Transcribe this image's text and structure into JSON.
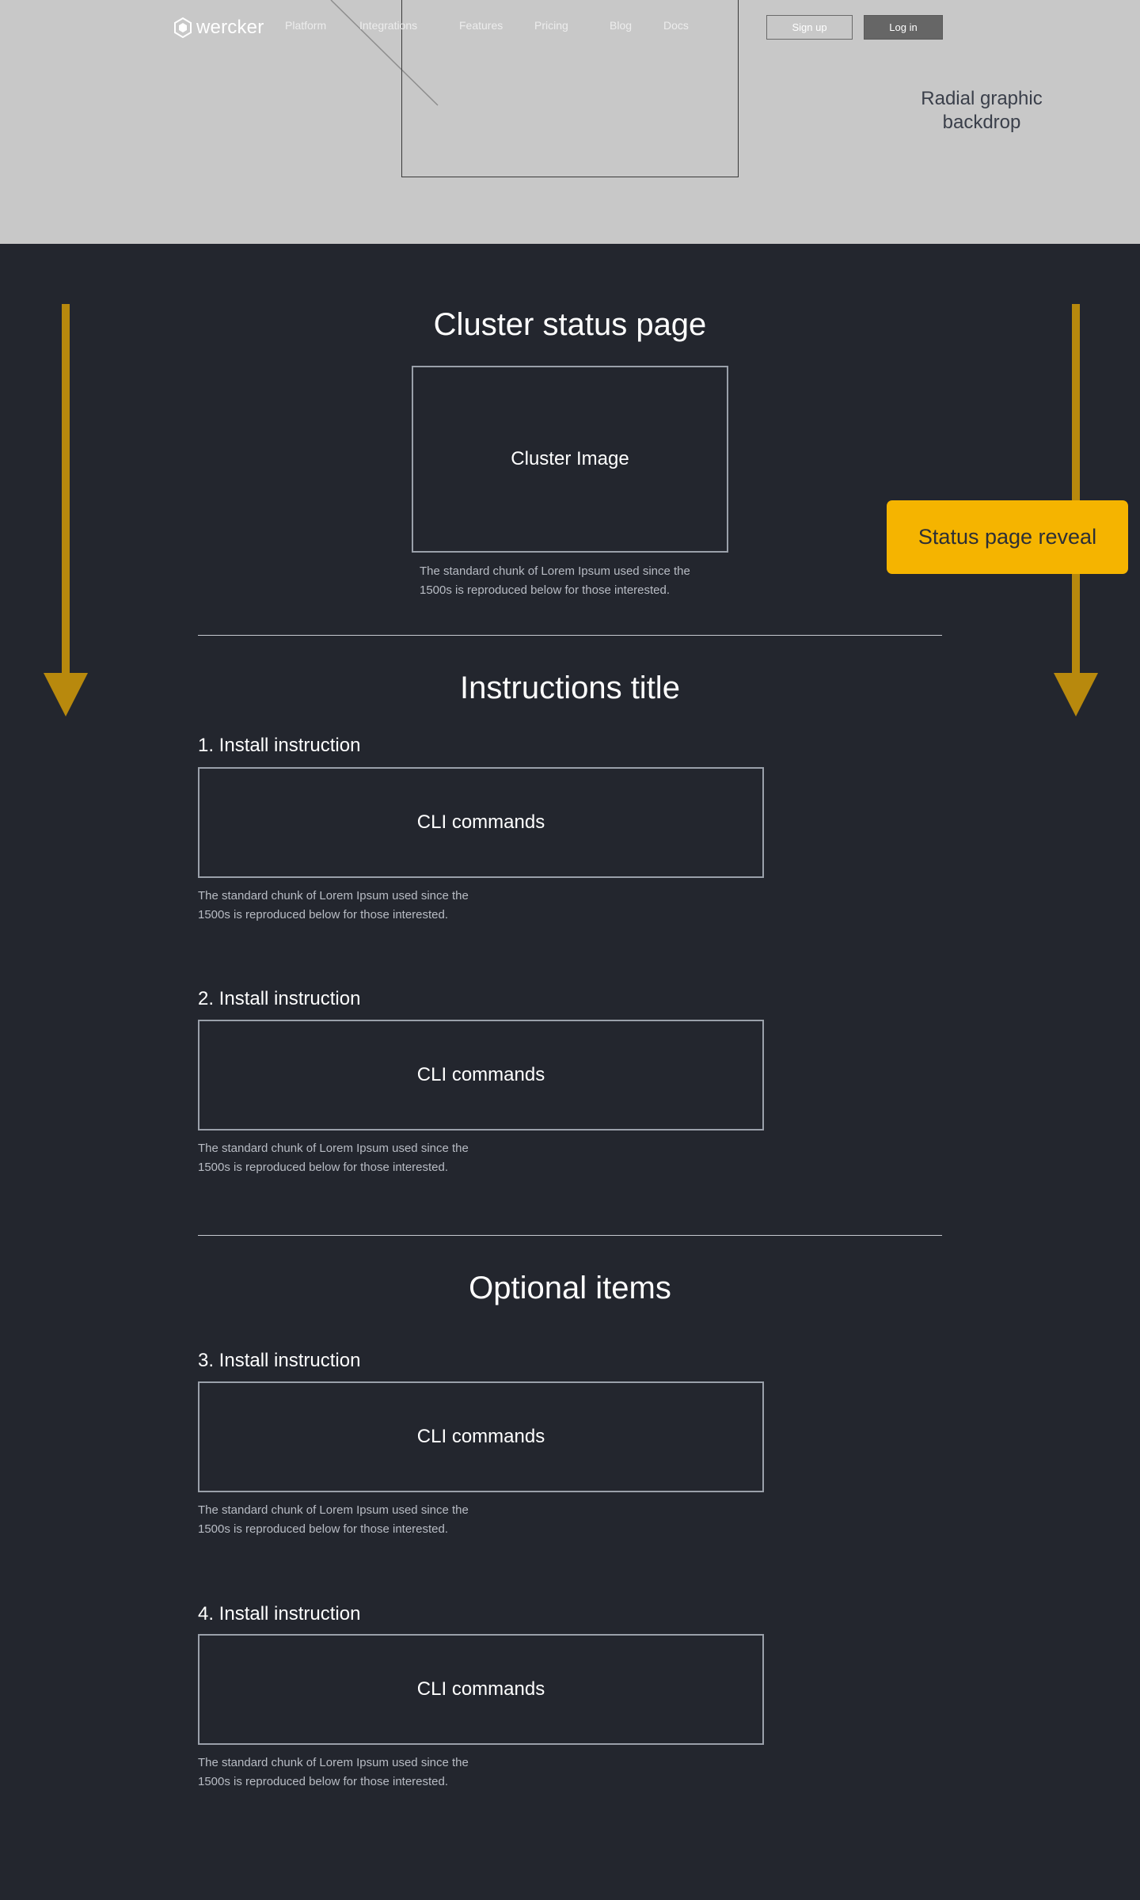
{
  "nav": {
    "logo_text": "wercker",
    "links": [
      "Platform",
      "Integrations",
      "Features",
      "Pricing",
      "Blog",
      "Docs"
    ],
    "signup_label": "Sign up",
    "login_label": "Log in"
  },
  "hero": {
    "note": "Radial graphic backdrop"
  },
  "cluster": {
    "title": "Cluster status page",
    "image_label": "Cluster Image",
    "description": "The standard chunk of Lorem Ipsum used since the 1500s is reproduced below for those interested."
  },
  "status_reveal": {
    "label": "Status page reveal"
  },
  "instructions": {
    "title": "Instructions title",
    "items": [
      {
        "title": "1. Install instruction",
        "box_label": "CLI commands",
        "description": "The standard chunk of Lorem Ipsum used since the 1500s is reproduced below for those interested."
      },
      {
        "title": "2. Install instruction",
        "box_label": "CLI commands",
        "description": "The standard chunk of Lorem Ipsum used since the 1500s is reproduced below for those interested."
      }
    ]
  },
  "optional": {
    "title": "Optional items",
    "items": [
      {
        "title": "3. Install instruction",
        "box_label": "CLI commands",
        "description": "The standard chunk of Lorem Ipsum used since the 1500s is reproduced below for those interested."
      },
      {
        "title": "4. Install instruction",
        "box_label": "CLI commands",
        "description": "The standard chunk of Lorem Ipsum used since the 1500s is reproduced below for those interested."
      }
    ]
  },
  "colors": {
    "page_background": "#23262e",
    "hero_background": "#c8c8c8",
    "accent": "#f5b400",
    "arrow": "#b8890d"
  },
  "icons": {
    "logo": "wercker-hexagon-icon",
    "scroll_arrows": "arrow-down-icon"
  }
}
